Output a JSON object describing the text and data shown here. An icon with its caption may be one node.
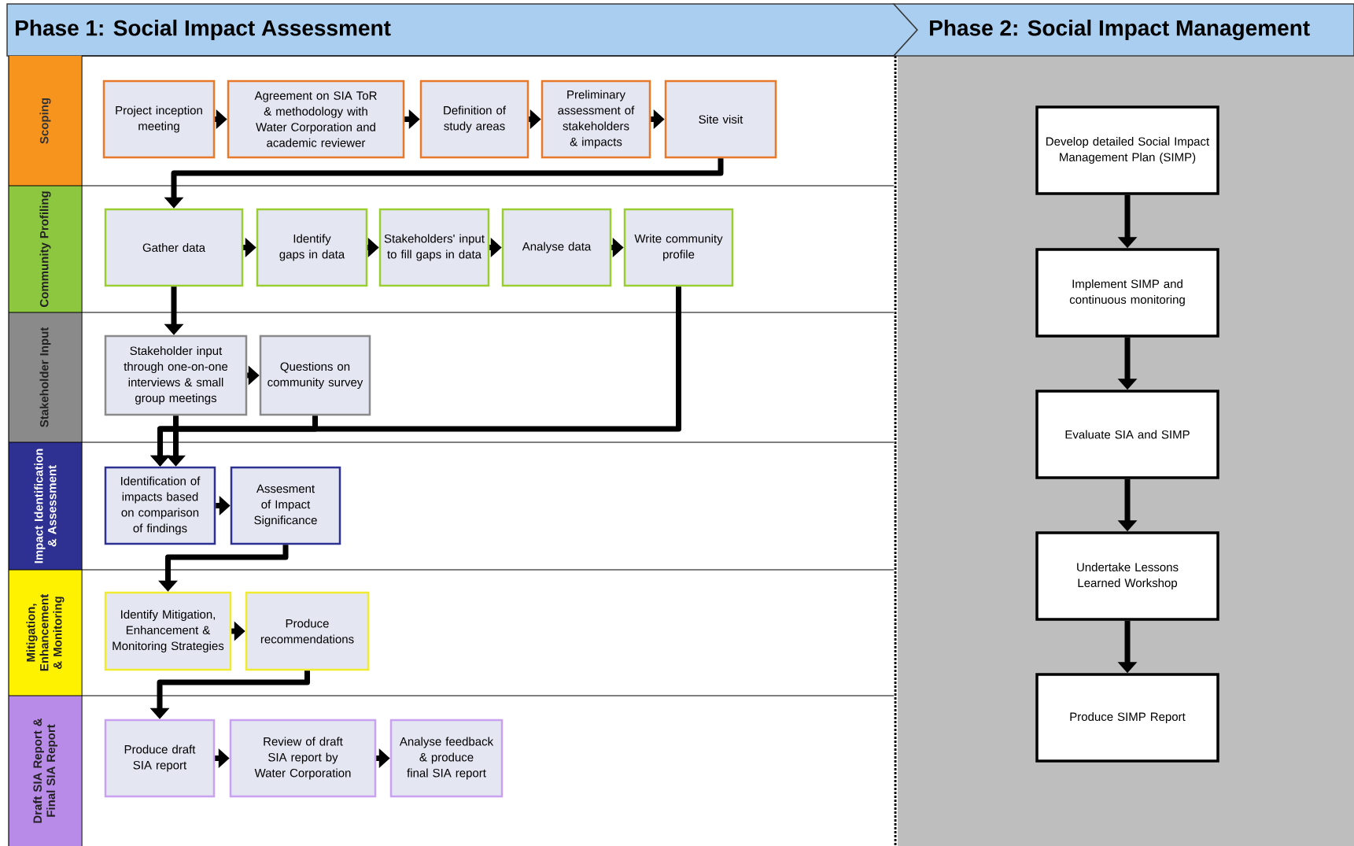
{
  "diagram": {
    "nodes": [
      {
        "text": [
          "Phase 1: Social Impact Assessment"
        ]
      },
      {
        "text": [
          "Phase 2: Social Impact Management"
        ]
      },
      {
        "text": [
          "Scoping"
        ]
      },
      {
        "text": [
          "Community Profiling"
        ]
      },
      {
        "text": [
          "Stakeholder Input"
        ]
      },
      {
        "text": [
          "Impact Identification & Assessment"
        ]
      },
      {
        "text": [
          "Mitigation, Enhancement & Monitoring"
        ]
      },
      {
        "text": [
          "Draft SIA Report & Final SIA Report"
        ]
      },
      {
        "text": [
          "Project inception meeting"
        ]
      },
      {
        "text": [
          "Agreement on SIA ToR & methodology with Water Corporation and academic reviewer"
        ]
      },
      {
        "text": [
          "Definition of study areas"
        ]
      },
      {
        "text": [
          "Preliminary assessment of stakeholders & impacts"
        ]
      },
      {
        "text": [
          "Site visit"
        ]
      },
      {
        "text": [
          "Gather data"
        ]
      },
      {
        "text": [
          "Identify gaps in data"
        ]
      },
      {
        "text": [
          "Stakeholders' input to fill gaps in data"
        ]
      },
      {
        "text": [
          "Analyse data"
        ]
      },
      {
        "text": [
          "Write community profile"
        ]
      },
      {
        "text": [
          "Stakeholder input through one-on-one interviews & small group meetings"
        ]
      },
      {
        "text": [
          "Questions on community survey"
        ]
      },
      {
        "text": [
          "Identification of impacts based on comparison of findings"
        ]
      },
      {
        "text": [
          "Assesment of Impact Significance"
        ]
      },
      {
        "text": [
          "Identify Mitigation, Enhancement & Monitoring Strategies"
        ]
      },
      {
        "text": [
          "Produce recommendations"
        ]
      },
      {
        "text": [
          "Produce draft SIA report"
        ]
      },
      {
        "text": [
          "Review of draft SIA report by Water Corporation"
        ]
      },
      {
        "text": [
          "Analyse feedback & produce final SIA report"
        ]
      },
      {
        "text": [
          "Develop detailed Social Impact Management Plan (SIMP)"
        ],
        "in": 1
      },
      {
        "text": [
          "Implement SIMP and continuous monitoring"
        ],
        "in": 1
      },
      {
        "text": [
          "Evaluate SIA and SIMP"
        ],
        "in": 1
      },
      {
        "text": [
          "Undertake Lessons Learned Workshop"
        ],
        "in": 1
      },
      {
        "text": [
          "Produce SIMP Report"
        ],
        "in": 1
      }
    ],
    "edges": [
      {
        "from": 8,
        "to": 9,
        "arrow": "to"
      },
      {
        "from": 9,
        "to": 10,
        "arrow": "to"
      },
      {
        "from": 10,
        "to": 11,
        "arrow": "to"
      },
      {
        "from": 11,
        "to": 12,
        "arrow": "to"
      },
      {
        "from": 12,
        "to": 13,
        "arrow": "to"
      },
      {
        "from": 13,
        "to": 14,
        "arrow": "to"
      },
      {
        "from": 14,
        "to": 15,
        "arrow": "to"
      },
      {
        "from": 15,
        "to": 16,
        "arrow": "to"
      },
      {
        "from": 16,
        "to": 17,
        "arrow": "to"
      },
      {
        "from": 13,
        "to": 18,
        "arrow": "to"
      },
      {
        "from": 18,
        "to": 19,
        "arrow": "to"
      },
      {
        "from": 18,
        "to": 20,
        "arrow": "to"
      },
      {
        "from": 19,
        "to": 20,
        "arrow": "to"
      },
      {
        "from": 17,
        "to": 20,
        "arrow": "to"
      },
      {
        "from": 20,
        "to": 21,
        "arrow": "to"
      },
      {
        "from": 21,
        "to": 22,
        "arrow": "to"
      },
      {
        "from": 22,
        "to": 23,
        "arrow": "to"
      },
      {
        "from": 23,
        "to": 24,
        "arrow": "to"
      },
      {
        "from": 24,
        "to": 25,
        "arrow": "to"
      },
      {
        "from": 25,
        "to": 26,
        "arrow": "to"
      },
      {
        "from": 27,
        "to": 28,
        "arrow": "to"
      },
      {
        "from": 28,
        "to": 29,
        "arrow": "to"
      },
      {
        "from": 29,
        "to": 30,
        "arrow": "to"
      },
      {
        "from": 30,
        "to": 31,
        "arrow": "to"
      }
    ]
  }
}
